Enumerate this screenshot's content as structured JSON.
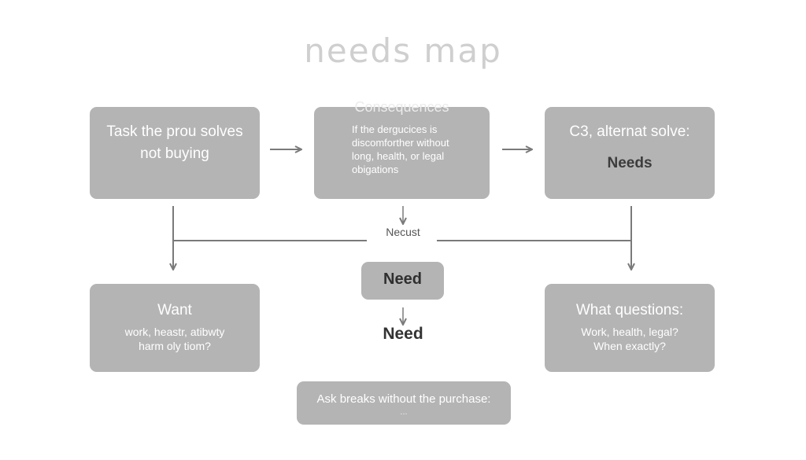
{
  "title": "needs map",
  "boxes": {
    "task": {
      "line1": "Task the prou solves",
      "line2": "not buying"
    },
    "consequences": {
      "heading": "Consequences",
      "lines": [
        "If the dergucices is",
        "discomforther without",
        "long,  health, or legal",
        "obigations"
      ]
    },
    "alternative": {
      "line1": "C3, alternat solve:",
      "line2": "Needs"
    },
    "need": {
      "label": "Need"
    },
    "want": {
      "title": "Want",
      "line1": "work, heastr, atibwty",
      "line2": "harm oly tiom?"
    },
    "questions": {
      "title": "What questions:",
      "line1": "Work, health, legal?",
      "line2": "When exactly?"
    },
    "ask": {
      "text": "Ask breaks without the purchase:",
      "sub": "..."
    }
  },
  "labels": {
    "necust": "Necust",
    "need_bottom": "Need"
  },
  "colors": {
    "box_fill": "#b4b4b4",
    "arrow": "#7a7a7a",
    "title": "#cfcfcf"
  }
}
